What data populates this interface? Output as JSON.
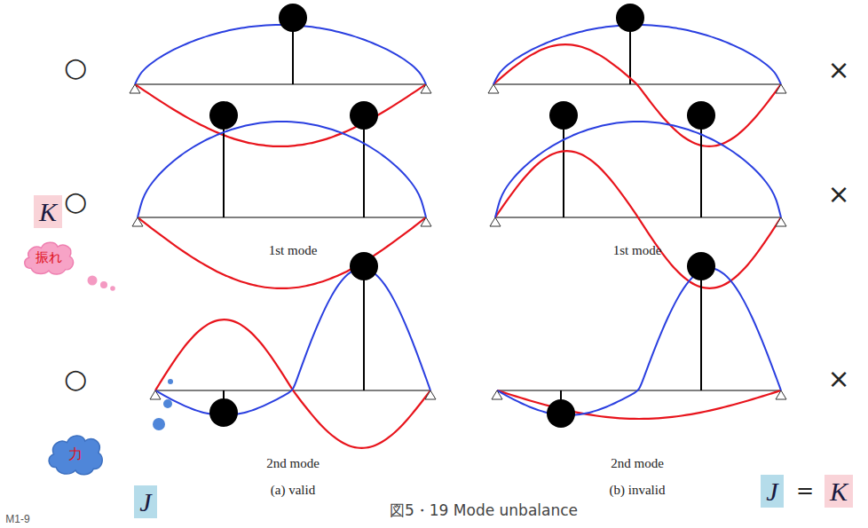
{
  "diagram": {
    "caption": "図5・19 Mode unbalance",
    "nodes": [
      {
        "text": [
          "K"
        ]
      },
      {
        "text": [
          "振れ"
        ]
      },
      {
        "text": [
          "力"
        ]
      },
      {
        "text": [
          "J"
        ]
      },
      {
        "text": [
          "J"
        ]
      },
      {
        "text": [
          "K"
        ]
      }
    ],
    "labels": [
      "○",
      "×",
      "○",
      "×",
      "1st mode",
      "1st mode",
      "○",
      "×",
      "2nd mode",
      "2nd mode",
      "(a) valid",
      "(b) invalid",
      "=",
      "M1-9"
    ]
  }
}
